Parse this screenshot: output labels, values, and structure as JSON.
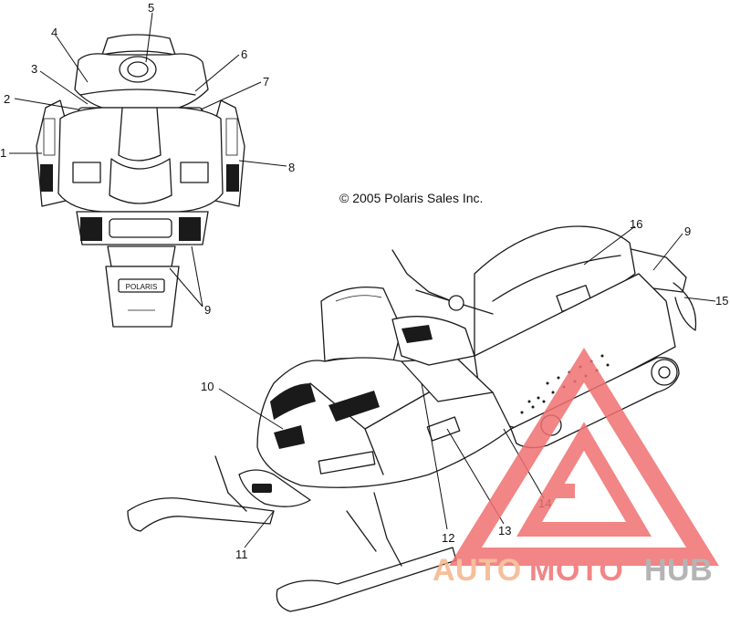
{
  "copyright": "© 2005 Polaris Sales Inc.",
  "watermark": {
    "word_a": "AUTO",
    "word_b": "MOTO",
    "word_c": "HUB",
    "colors": {
      "warm": "#f5b48a",
      "red": "#f07070",
      "gray": "#a8a8a8"
    }
  },
  "hood_text": "POLARIS",
  "callouts": [
    "1",
    "2",
    "3",
    "4",
    "5",
    "6",
    "7",
    "8",
    "9",
    "9",
    "10",
    "11",
    "12",
    "13",
    "14",
    "15",
    "16"
  ]
}
